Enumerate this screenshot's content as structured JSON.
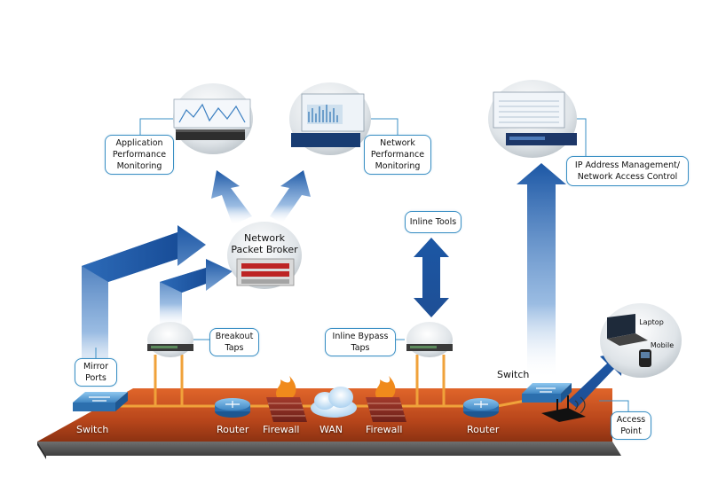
{
  "floor_labels": {
    "switch_left": "Switch",
    "router_left": "Router",
    "firewall_left": "Firewall",
    "wan": "WAN",
    "firewall_right": "Firewall",
    "router_right": "Router"
  },
  "switch_right_label": "Switch",
  "npb": {
    "line1": "Network",
    "line2": "Packet Broker"
  },
  "callouts": {
    "apm": [
      "Application",
      "Performance",
      "Monitoring"
    ],
    "npm": [
      "Network",
      "Performance",
      "Monitoring"
    ],
    "ipam": [
      "IP Address Management/",
      "Network Access Control"
    ],
    "inline_tools": [
      "Inline Tools"
    ],
    "breakout_taps": [
      "Breakout",
      "Taps"
    ],
    "inline_bypass": [
      "Inline Bypass",
      "Taps"
    ],
    "mirror_ports": [
      "Mirror",
      "Ports"
    ],
    "access_point": [
      "Access",
      "Point"
    ]
  },
  "devices": {
    "laptop": "Laptop",
    "mobile": "Mobile"
  },
  "colors": {
    "floor": "#bf4a1c",
    "arrow": "#1c5aa8",
    "cable": "#f0a23a",
    "callout_border": "#3a8fc4"
  }
}
